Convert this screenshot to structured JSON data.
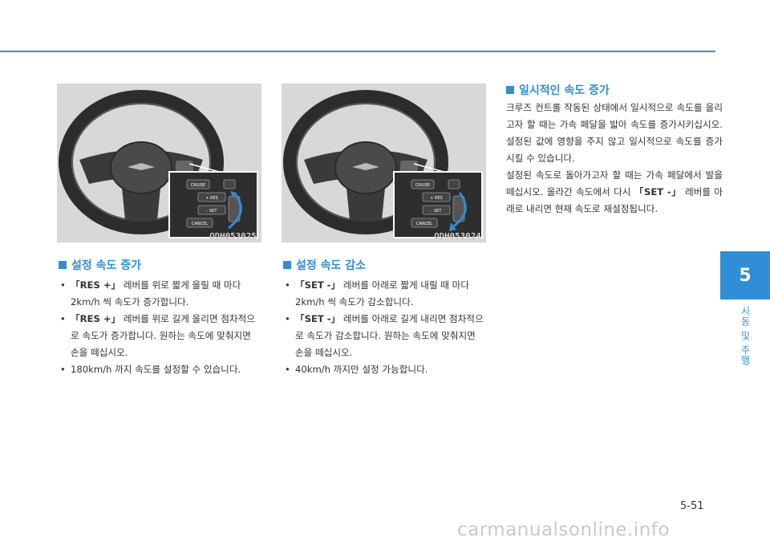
{
  "figures": {
    "left_code": "ODH053025",
    "right_code": "ODH053024",
    "panel_labels": {
      "cruise": "CRUISE",
      "res": "+ RES",
      "set": "- SET",
      "cancel": "CANCEL"
    }
  },
  "section_increase": {
    "title": "설정 속도 증가",
    "bullets": [
      {
        "key": "「RES +」",
        "text": " 레버를 위로 짧게 올릴 때 마다 2km/h 씩 속도가 증가합니다."
      },
      {
        "key": "「RES +」",
        "text": " 레버를 위로 길게 올리면 점차적으로 속도가 증가합니다. 원하는 속도에 맞춰지면 손을 떼십시오."
      },
      {
        "key": "",
        "text": "180km/h 까지 속도를 설정할 수 있습니다."
      }
    ]
  },
  "section_decrease": {
    "title": "설정 속도 감소",
    "bullets": [
      {
        "key": "「SET -」",
        "text": " 레버를 아래로 짧게 내릴 때 마다 2km/h 씩 속도가 감소합니다."
      },
      {
        "key": "「SET -」",
        "text": " 레버를 아래로 길게 내리면 점차적으로 속도가 감소합니다. 원하는 속도에 맞춰지면 손을 떼십시오."
      },
      {
        "key": "",
        "text": "40km/h 까지만 설정 가능합니다."
      }
    ]
  },
  "section_temporary": {
    "title": "일시적인 속도 증가",
    "para1": "크루즈 컨트롤 작동된 상태에서 일시적으로 속도를 올리고자 할 때는 가속 페달을 밟아 속도를 증가시키십시오. 설정된 값에 영향을 주지 않고 일시적으로 속도를 증가시킬 수 있습니다.",
    "para2_before": "설정된 속도로 돌아가고자 할 때는 가속 페달에서 발을 떼십시오. 올라간 속도에서 다시 ",
    "para2_key": "「SET -」",
    "para2_after": " 레버를 아래로 내리면 현재 속도로 재설정됩니다."
  },
  "chapter": {
    "number": "5",
    "label": "시동 및 주행"
  },
  "page_number": "5-51",
  "watermark": "carmanualsonline.info",
  "colors": {
    "accent": "#2f8ed6",
    "rule": "#3a8fd0"
  }
}
